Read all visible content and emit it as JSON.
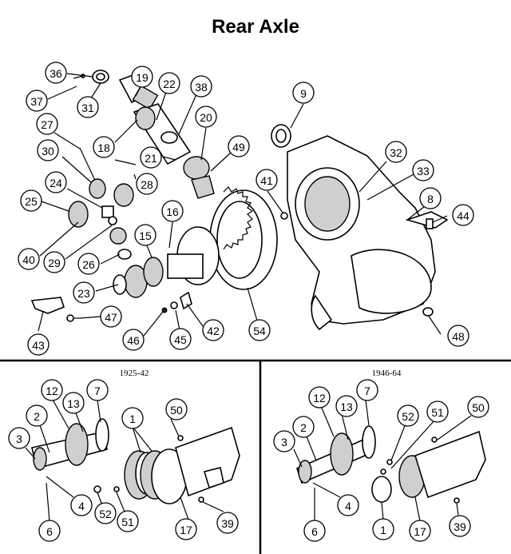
{
  "title": "Rear Axle",
  "sections": {
    "left_year": "1925-42",
    "right_year": "1946-64"
  },
  "callouts": {
    "c36": "36",
    "c37": "37",
    "c31": "31",
    "c19": "19",
    "c22": "22",
    "c38": "38",
    "c9": "9",
    "c27": "27",
    "c20": "20",
    "c18": "18",
    "c49": "49",
    "c30": "30",
    "c21": "21",
    "c32": "32",
    "c33": "33",
    "c24": "24",
    "c28": "28",
    "c41": "41",
    "c25": "25",
    "c8": "8",
    "c44": "44",
    "c16": "16",
    "c15": "15",
    "c40": "40",
    "c29": "29",
    "c26": "26",
    "c23": "23",
    "c47": "47",
    "c48": "48",
    "c46": "46",
    "c45": "45",
    "c42": "42",
    "c54": "54",
    "c43": "43",
    "l7": "7",
    "l12": "12",
    "l13": "13",
    "l2": "2",
    "l3": "3",
    "l1": "1",
    "l50": "50",
    "l4": "4",
    "l6": "6",
    "l52": "52",
    "l51": "51",
    "l17": "17",
    "l39": "39",
    "r7": "7",
    "r12": "12",
    "r13": "13",
    "r2": "2",
    "r3": "3",
    "r52": "52",
    "r51": "51",
    "r50": "50",
    "r4": "4",
    "r6": "6",
    "r1": "1",
    "r17": "17",
    "r39": "39"
  }
}
